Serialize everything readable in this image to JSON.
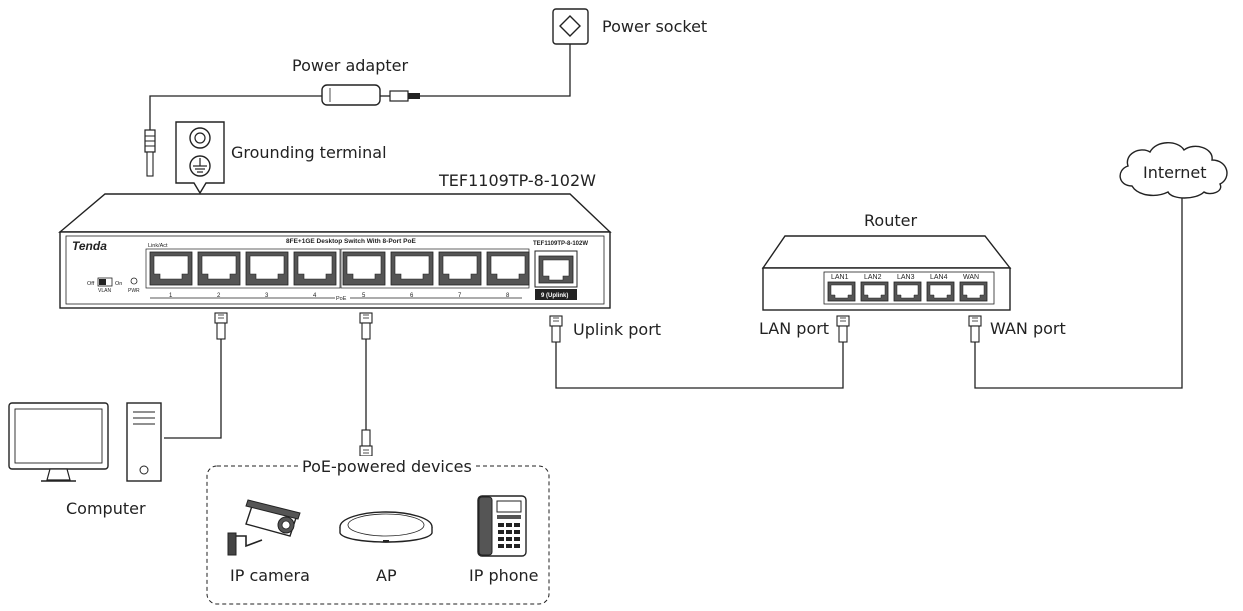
{
  "labels": {
    "power_socket": "Power socket",
    "power_adapter": "Power adapter",
    "grounding_terminal": "Grounding terminal",
    "model_name": "TEF1109TP-8-102W",
    "router": "Router",
    "internet": "Internet",
    "uplink_port": "Uplink port",
    "lan_port": "LAN port",
    "wan_port": "WAN port",
    "computer": "Computer",
    "poe_devices": "PoE-powered devices",
    "ip_camera": "IP camera",
    "ap": "AP",
    "ip_phone": "IP phone"
  },
  "switch": {
    "brand": "Tenda",
    "title": "8FE+1GE Desktop Switch With 8-Port PoE",
    "model": "TEF1109TP-8-102W",
    "link_act": "Link/Act",
    "vlan_off": "Off",
    "vlan_on": "On",
    "vlan": "VLAN",
    "pwr": "PWR",
    "poe": "PoE",
    "ports": [
      "1",
      "2",
      "3",
      "4",
      "5",
      "6",
      "7",
      "8"
    ],
    "uplink": "9 (Uplink)"
  },
  "router_ports": [
    "LAN1",
    "LAN2",
    "LAN3",
    "LAN4",
    "WAN"
  ]
}
